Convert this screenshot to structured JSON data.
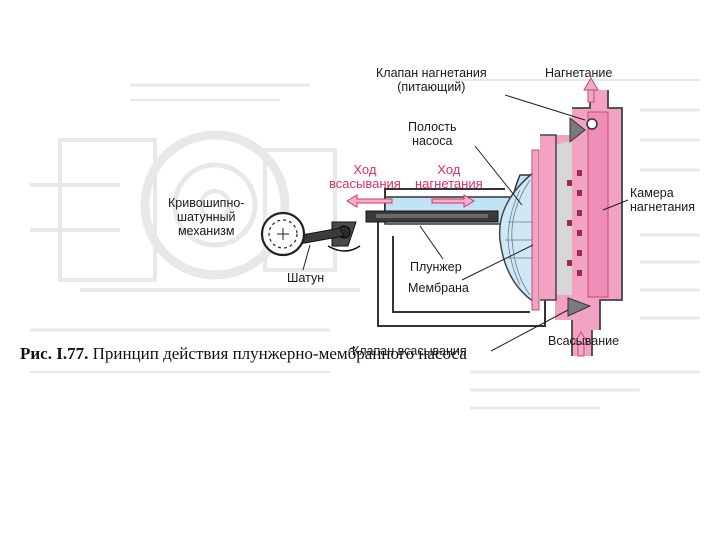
{
  "labels": {
    "discharge_valve": [
      "Клапан нагнетания",
      "(питающий)"
    ],
    "discharge": "Нагнетание",
    "pump_cavity": [
      "Полость",
      "насоса"
    ],
    "suction_stroke": [
      "Ход",
      "всасывания"
    ],
    "discharge_stroke": [
      "Ход",
      "нагнетания"
    ],
    "crank_mechanism": [
      "Кривошипно-",
      "шатунный",
      "механизм"
    ],
    "discharge_chamber": [
      "Камера",
      "нагнетания"
    ],
    "plunger": "Плунжер",
    "connecting_rod": "Шатун",
    "membrane": "Мембрана",
    "suction_valve": "Клапан всасывания",
    "suction": "Всасывание"
  },
  "caption": {
    "figure_number": "Рис. I.77.",
    "text": "Принцип действия плунжерно-мембранного насоса"
  },
  "colors": {
    "liquid_blue": "#bfe3f2",
    "chamber_pink": "#f2a3c3",
    "accent_pink": "#d8306a",
    "metal": "#555555"
  }
}
